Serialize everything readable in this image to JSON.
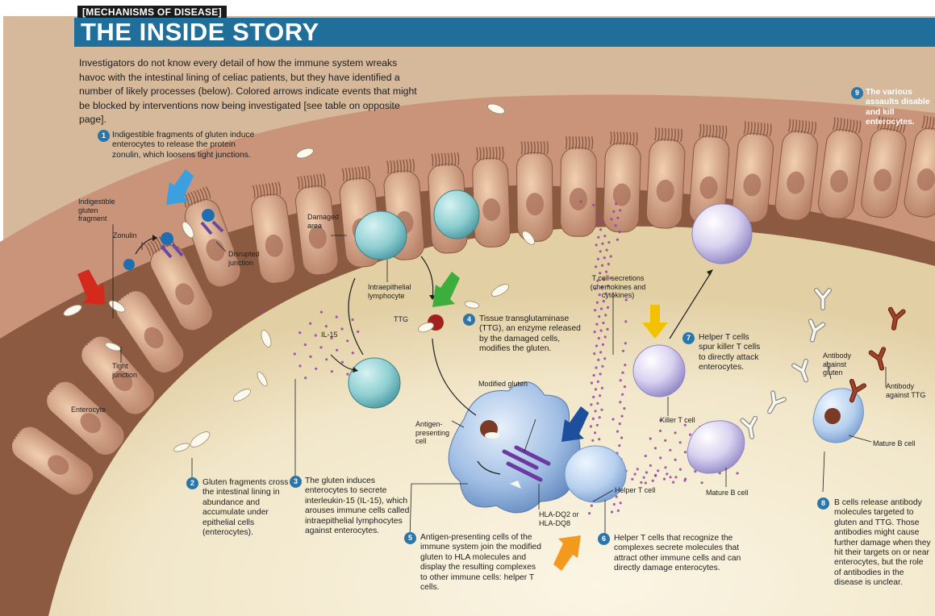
{
  "header": {
    "kicker": "[MECHANISMS OF DISEASE]",
    "title": "THE INSIDE STORY",
    "intro": "Investigators do not know every detail of how the immune system wreaks havoc with the intestinal lining of celiac patients, but they have identified a number of likely processes (below). Colored arrows indicate events that might be blocked by interventions now being investigated [see table on opposite page]."
  },
  "steps": [
    {
      "number": "1",
      "text": "Indigestible fragments of gluten induce enterocytes to release the protein zonulin, which loosens tight junctions."
    },
    {
      "number": "2",
      "text": "Gluten fragments cross the intestinal lining in abundance and accumulate under epithelial cells (enterocytes)."
    },
    {
      "number": "3",
      "text": "The gluten induces enterocytes to secrete interleukin-15 (IL-15), which arouses immune cells called intraepithelial lymphocytes against enterocytes."
    },
    {
      "number": "4",
      "text": "Tissue transglutaminase (TTG), an enzyme released by the damaged cells, modifies the gluten."
    },
    {
      "number": "5",
      "text": "Antigen-presenting cells of the immune system join the modified gluten to HLA molecules and display the resulting complexes to other immune cells: helper T cells."
    },
    {
      "number": "6",
      "text": "Helper T cells that recognize the complexes secrete molecules that attract other immune cells and can directly damage enterocytes."
    },
    {
      "number": "7",
      "text": "Helper T cells spur killer T cells to directly attack enterocytes."
    },
    {
      "number": "8",
      "text": "B cells release antibody molecules targeted to gluten and TTG. Those antibodies might cause further damage when they hit their targets on or near enterocytes, but the role of antibodies in the disease is unclear."
    },
    {
      "number": "9",
      "text": "The various assaults disable and kill enterocytes."
    }
  ],
  "labels": {
    "gluten_fragment": "Indigestible gluten fragment",
    "zonulin": "Zonulin",
    "disrupted_junction": "Disrupted junction",
    "tight_junction": "Tight junction",
    "enterocyte": "Enterocyte",
    "damaged_area": "Damaged area",
    "iel": "Intraepithelial lymphocyte",
    "il15": "IL-15",
    "ttg": "TTG",
    "modified_gluten": "Modified gluten",
    "apc": "Antigen-presenting cell",
    "hla": "HLA-DQ2 or HLA-DQ8",
    "helper_t": "Helper T cell",
    "t_secretions": "T cell secretions (chemokines and cytokines)",
    "killer_t": "Killer T cell",
    "mature_b_1": "Mature B cell",
    "mature_b_2": "Mature B cell",
    "ab_gluten": "Antibody against gluten",
    "ab_ttg": "Antibody against TTG"
  },
  "colors": {
    "title_bar": "#1f6f9a",
    "step_badge": "#2a76a8",
    "arrow_red": "#d42a1e",
    "arrow_blue": "#3aa0e0",
    "arrow_green": "#3cae3c",
    "arrow_darkblue": "#1d4f9c",
    "arrow_yellow": "#f2c200",
    "arrow_orange": "#f39a1e"
  }
}
